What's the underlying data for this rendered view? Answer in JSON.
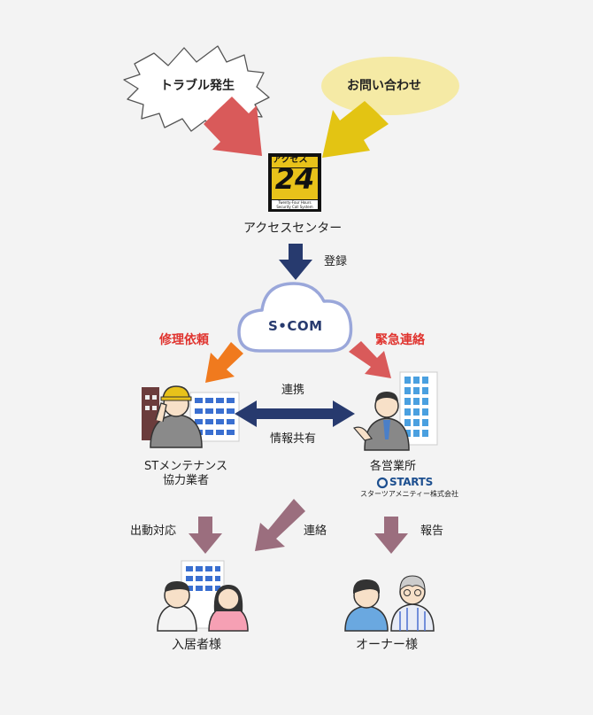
{
  "colors": {
    "background": "#f3f3f3",
    "red_arrow": "#d95a5a",
    "yellow_arrow": "#e3c413",
    "navy_arrow": "#273a6e",
    "orange_arrow": "#f07a1e",
    "mauve_arrow": "#9b6e7e",
    "accent_red_text": "#e0342f",
    "yellow_bubble": "#f5eaa5",
    "scom_cloud_outline": "#9aa7da"
  },
  "inputs": {
    "trouble": "トラブル発生",
    "inquiry": "お問い合わせ"
  },
  "access24": {
    "logo_top": "アクセス",
    "logo_number": "24",
    "logo_line1": "Twenty-Four Hours",
    "logo_line2": "Security Call System",
    "label": "アクセスセンター"
  },
  "register_label": "登録",
  "scom": "S•COM",
  "repair_request": "修理依頼",
  "emergency_contact": "緊急連絡",
  "st_maintenance": {
    "line1": "STメンテナンス",
    "line2": "協力業者"
  },
  "link_label": "連携",
  "info_share_label": "情報共有",
  "branch_offices": {
    "label": "各営業所",
    "logo_text": "STARTS",
    "company": "スターツアメニティー株式会社"
  },
  "dispatch_label": "出動対応",
  "contact_label": "連絡",
  "report_label": "報告",
  "residents_label": "入居者様",
  "owner_label": "オーナー様"
}
